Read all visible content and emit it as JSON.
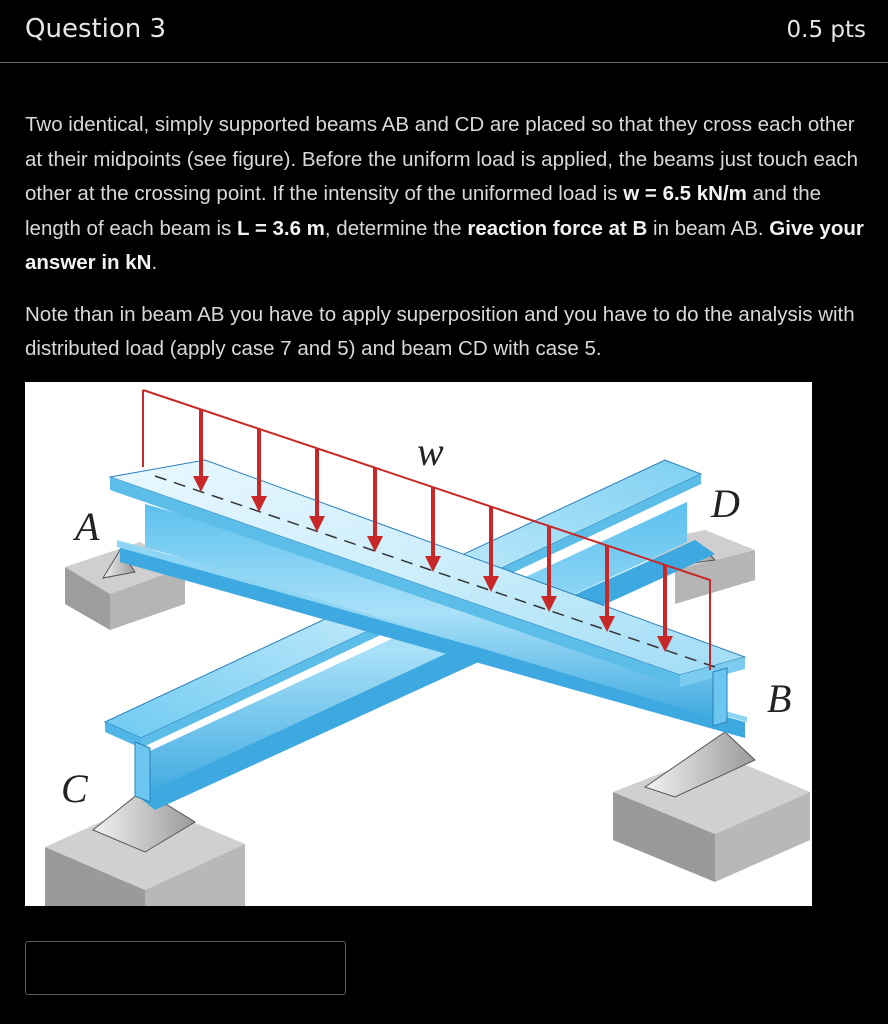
{
  "header": {
    "title": "Question 3",
    "points": "0.5 pts"
  },
  "question": {
    "p1": [
      {
        "text": "Two identical, simply supported beams AB and CD are placed so that they cross each other at their midpoints (see figure). Before the uniform load is applied, the beams just touch each other at the crossing point. If the intensity of the uniformed load is ",
        "bold": false
      },
      {
        "text": "w = 6.5 kN/m",
        "bold": true
      },
      {
        "text": " and the length of each beam is ",
        "bold": false
      },
      {
        "text": "L = 3.6 m",
        "bold": true
      },
      {
        "text": ", determine the ",
        "bold": false
      },
      {
        "text": "reaction force at B",
        "bold": true
      },
      {
        "text": " in beam AB. ",
        "bold": false
      },
      {
        "text": "Give your answer in kN",
        "bold": true
      },
      {
        "text": ".",
        "bold": false
      }
    ],
    "p2": "Note than in beam AB you have to apply superposition and you have to do the analysis with distributed load (apply case 7 and 5) and beam CD with case 5."
  },
  "figure": {
    "label_w": "w",
    "label_a": "A",
    "label_b": "B",
    "label_c": "C",
    "label_d": "D",
    "colors": {
      "beam_light": "#cdeefb",
      "beam_mid": "#7fd0f2",
      "beam_dark": "#2a8fd0",
      "load": "#c82828",
      "support": "#c4c4c4",
      "support_dark": "#8f8f8f"
    }
  },
  "answer": {
    "value": "",
    "placeholder": ""
  }
}
